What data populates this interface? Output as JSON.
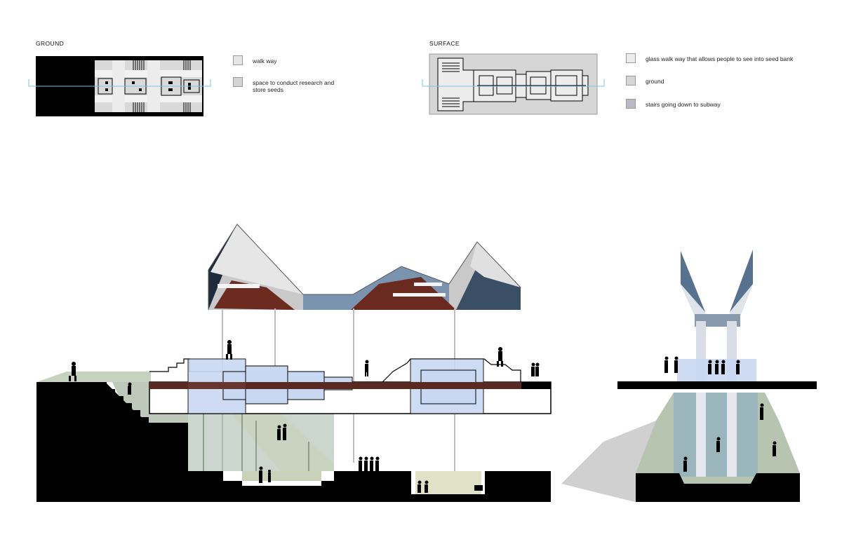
{
  "ground": {
    "title": "GROUND",
    "legend": [
      {
        "label": "walk way",
        "color": "#e6e6e6"
      },
      {
        "label": "space to conduct research and store seeds",
        "color": "#d4d4d4"
      }
    ]
  },
  "surface": {
    "title": "SURFACE",
    "legend": [
      {
        "label": "glass walk way that allows people to see into seed bank",
        "color": "#ececec"
      },
      {
        "label": "ground",
        "color": "#d6d6d6"
      },
      {
        "label": "stairs going down to subway",
        "color": "#b9b8c4"
      }
    ]
  },
  "colors": {
    "solid": "#000000",
    "glass": "#c8d8f2",
    "green_tint": "#b9c8b3",
    "brown_band": "#5a2a22",
    "sky_line": "#7ec3e0"
  }
}
